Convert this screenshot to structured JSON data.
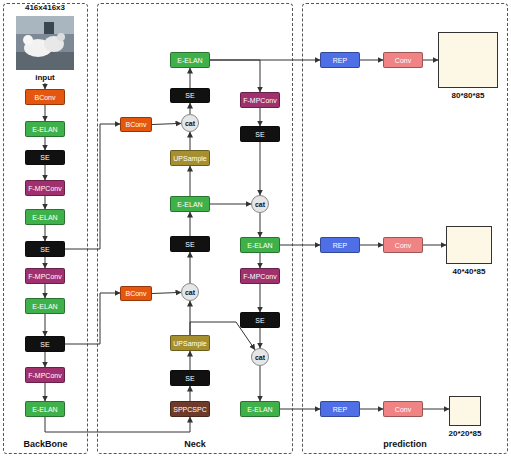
{
  "diagram": {
    "nodes": [
      {
        "text": [
          "BackBone"
        ]
      },
      {
        "text": [
          "416x416x3",
          "input"
        ],
        "in": 0
      },
      {
        "text": [
          "BConv"
        ],
        "in": 0
      },
      {
        "text": [
          "E-ELAN"
        ],
        "in": 0
      },
      {
        "text": [
          "SE"
        ],
        "in": 0
      },
      {
        "text": [
          "F-MPConv"
        ],
        "in": 0
      },
      {
        "text": [
          "E-ELAN"
        ],
        "in": 0
      },
      {
        "text": [
          "SE"
        ],
        "in": 0
      },
      {
        "text": [
          "F-MPConv"
        ],
        "in": 0
      },
      {
        "text": [
          "E-ELAN"
        ],
        "in": 0
      },
      {
        "text": [
          "SE"
        ],
        "in": 0
      },
      {
        "text": [
          "F-MPConv"
        ],
        "in": 0
      },
      {
        "text": [
          "E-ELAN"
        ],
        "in": 0
      },
      {
        "text": [
          "Neck"
        ]
      },
      {
        "text": [
          "E-ELAN"
        ],
        "in": 13
      },
      {
        "text": [
          "SE"
        ],
        "in": 13
      },
      {
        "text": [
          "BConv"
        ],
        "in": 13
      },
      {
        "text": [
          "cat"
        ],
        "in": 13
      },
      {
        "text": [
          "UPSample"
        ],
        "in": 13
      },
      {
        "text": [
          "E-ELAN"
        ],
        "in": 13
      },
      {
        "text": [
          "SE"
        ],
        "in": 13
      },
      {
        "text": [
          "BConv"
        ],
        "in": 13
      },
      {
        "text": [
          "cat"
        ],
        "in": 13
      },
      {
        "text": [
          "UPSample"
        ],
        "in": 13
      },
      {
        "text": [
          "SE"
        ],
        "in": 13
      },
      {
        "text": [
          "SPPCSPC"
        ],
        "in": 13
      },
      {
        "text": [
          "F-MPConv"
        ],
        "in": 13
      },
      {
        "text": [
          "SE"
        ],
        "in": 13
      },
      {
        "text": [
          "cat"
        ],
        "in": 13
      },
      {
        "text": [
          "E-ELAN"
        ],
        "in": 13
      },
      {
        "text": [
          "F-MPConv"
        ],
        "in": 13
      },
      {
        "text": [
          "SE"
        ],
        "in": 13
      },
      {
        "text": [
          "cat"
        ],
        "in": 13
      },
      {
        "text": [
          "E-ELAN"
        ],
        "in": 13
      },
      {
        "text": [
          "prediction"
        ]
      },
      {
        "text": [
          "REP"
        ],
        "in": 34
      },
      {
        "text": [
          "Conv"
        ],
        "in": 34
      },
      {
        "text": [
          "80*80*85"
        ],
        "in": 34
      },
      {
        "text": [
          "REP"
        ],
        "in": 34
      },
      {
        "text": [
          "Conv"
        ],
        "in": 34
      },
      {
        "text": [
          "40*40*85"
        ],
        "in": 34
      },
      {
        "text": [
          "REP"
        ],
        "in": 34
      },
      {
        "text": [
          "Conv"
        ],
        "in": 34
      },
      {
        "text": [
          "20*20*85"
        ],
        "in": 34
      }
    ],
    "edges": [
      {
        "from": 1,
        "to": 2,
        "arrow": "to"
      },
      {
        "from": 2,
        "to": 3,
        "arrow": "to"
      },
      {
        "from": 3,
        "to": 4,
        "arrow": "to"
      },
      {
        "from": 4,
        "to": 5,
        "arrow": "to"
      },
      {
        "from": 5,
        "to": 6,
        "arrow": "to"
      },
      {
        "from": 6,
        "to": 7,
        "arrow": "to"
      },
      {
        "from": 7,
        "to": 8,
        "arrow": "to"
      },
      {
        "from": 8,
        "to": 9,
        "arrow": "to"
      },
      {
        "from": 9,
        "to": 10,
        "arrow": "to"
      },
      {
        "from": 10,
        "to": 11,
        "arrow": "to"
      },
      {
        "from": 11,
        "to": 12,
        "arrow": "to"
      },
      {
        "from": 7,
        "to": 16,
        "arrow": "to"
      },
      {
        "from": 10,
        "to": 21,
        "arrow": "to"
      },
      {
        "from": 12,
        "to": 25,
        "arrow": "to"
      },
      {
        "from": 25,
        "to": 24,
        "arrow": "to"
      },
      {
        "from": 24,
        "to": 23,
        "arrow": "to"
      },
      {
        "from": 23,
        "to": 22,
        "arrow": "to"
      },
      {
        "from": 21,
        "to": 22,
        "arrow": "to"
      },
      {
        "from": 22,
        "to": 20,
        "arrow": "to"
      },
      {
        "from": 20,
        "to": 19,
        "arrow": "to"
      },
      {
        "from": 19,
        "to": 18,
        "arrow": "to"
      },
      {
        "from": 18,
        "to": 17,
        "arrow": "to"
      },
      {
        "from": 16,
        "to": 17,
        "arrow": "to"
      },
      {
        "from": 17,
        "to": 15,
        "arrow": "to"
      },
      {
        "from": 15,
        "to": 14,
        "arrow": "to"
      },
      {
        "from": 14,
        "to": 35,
        "arrow": "to"
      },
      {
        "from": 14,
        "to": 26,
        "arrow": "to"
      },
      {
        "from": 26,
        "to": 27,
        "arrow": "to"
      },
      {
        "from": 27,
        "to": 28,
        "arrow": "to"
      },
      {
        "from": 19,
        "to": 28,
        "arrow": "to"
      },
      {
        "from": 28,
        "to": 29,
        "arrow": "to"
      },
      {
        "from": 29,
        "to": 38,
        "arrow": "to"
      },
      {
        "from": 29,
        "to": 30,
        "arrow": "to"
      },
      {
        "from": 30,
        "to": 31,
        "arrow": "to"
      },
      {
        "from": 31,
        "to": 32,
        "arrow": "to"
      },
      {
        "from": 23,
        "to": 32,
        "arrow": "to"
      },
      {
        "from": 32,
        "to": 33,
        "arrow": "to"
      },
      {
        "from": 33,
        "to": 41,
        "arrow": "to"
      },
      {
        "from": 35,
        "to": 36,
        "arrow": "to"
      },
      {
        "from": 36,
        "to": 37,
        "arrow": "to"
      },
      {
        "from": 38,
        "to": 39,
        "arrow": "to"
      },
      {
        "from": 39,
        "to": 40,
        "arrow": "to"
      },
      {
        "from": 41,
        "to": 42,
        "arrow": "to"
      },
      {
        "from": 42,
        "to": 43,
        "arrow": "to"
      }
    ]
  }
}
